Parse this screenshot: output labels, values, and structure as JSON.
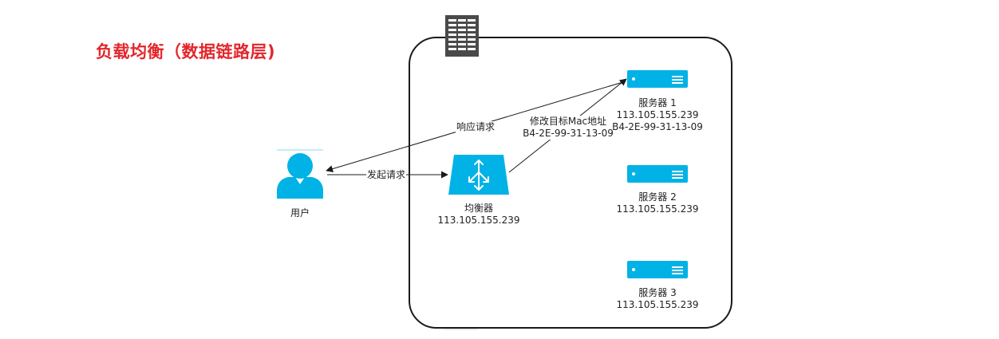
{
  "title": "负载均衡（数据链路层)",
  "colors": {
    "title": "#e3262c",
    "accent": "#00b2e6",
    "container_border": "#1a1a1a",
    "container_icon": "#4a4a4a",
    "edge": "#1a1a1a"
  },
  "container": {
    "icon": "server-rack-icon"
  },
  "user": {
    "icon": "user-icon",
    "label": "用户"
  },
  "balancer": {
    "icon": "load-balancer-icon",
    "label": "均衡器",
    "ip": "113.105.155.239"
  },
  "servers": [
    {
      "icon": "server-icon",
      "name": "服务器 1",
      "ip": "113.105.155.239",
      "mac": "B4-2E-99-31-13-09"
    },
    {
      "icon": "server-icon",
      "name": "服务器 2",
      "ip": "113.105.155.239"
    },
    {
      "icon": "server-icon",
      "name": "服务器 3",
      "ip": "113.105.155.239"
    }
  ],
  "edges": {
    "request": "发起请求",
    "response": "响应请求",
    "modify_line1": "修改目标Mac地址",
    "modify_line2": "B4-2E-99-31-13-09"
  }
}
